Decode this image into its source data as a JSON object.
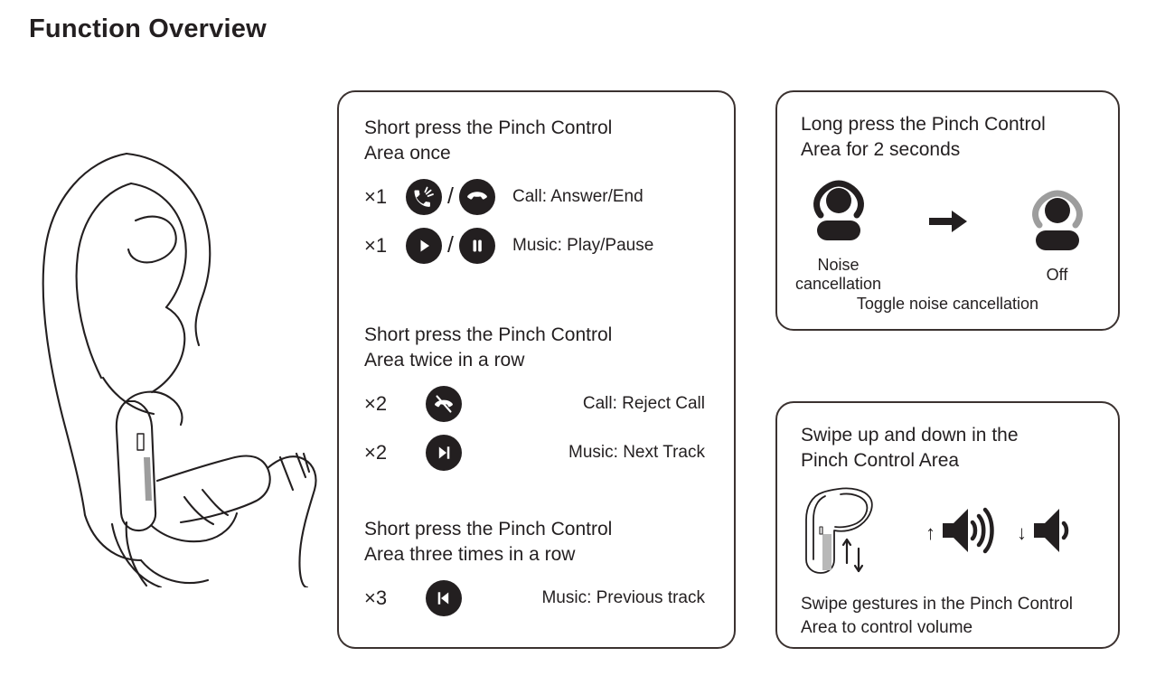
{
  "page_title": "Function Overview",
  "colors": {
    "ink": "#231f20",
    "panel_border": "#3b3230",
    "muted_gray": "#9d9d9d",
    "pinch_strip": "#b8b8b8",
    "background": "#ffffff"
  },
  "illustration": {
    "name": "hand-pinching-earbud-in-ear-line-art",
    "alt": "Line drawing of fingers pinching an earbud worn in an ear"
  },
  "press_panel": {
    "groups": [
      {
        "heading": "Short press the Pinch Control\nArea once",
        "rows": [
          {
            "multiplier": "×1",
            "icons": [
              "answer-call-icon",
              "end-call-icon"
            ],
            "separator": "/",
            "label": "Call: Answer/End",
            "label_align": "left"
          },
          {
            "multiplier": "×1",
            "icons": [
              "play-icon",
              "pause-icon"
            ],
            "separator": "/",
            "label": "Music: Play/Pause",
            "label_align": "left"
          }
        ]
      },
      {
        "heading": "Short press the Pinch Control\nArea twice in a row",
        "rows": [
          {
            "multiplier": "×2",
            "icons": [
              "reject-call-icon"
            ],
            "separator": "",
            "label": "Call: Reject Call",
            "label_align": "right"
          },
          {
            "multiplier": "×2",
            "icons": [
              "next-track-icon"
            ],
            "separator": "",
            "label": "Music: Next Track",
            "label_align": "right"
          }
        ]
      },
      {
        "heading": "Short press the Pinch Control\nArea three times in a row",
        "rows": [
          {
            "multiplier": "×3",
            "icons": [
              "previous-track-icon"
            ],
            "separator": "",
            "label": "Music: Previous track",
            "label_align": "right"
          }
        ]
      }
    ]
  },
  "anc_panel": {
    "heading": "Long press the Pinch Control\nArea for 2 seconds",
    "states": [
      {
        "icon": "person-headphones-on-icon",
        "caption": "Noise cancellation",
        "arc_color": "#231f20"
      },
      {
        "icon": "person-headphones-off-icon",
        "caption": "Off",
        "arc_color": "#9d9d9d"
      }
    ],
    "arrow_icon": "arrow-right-icon",
    "footer": "Toggle noise cancellation"
  },
  "swipe_panel": {
    "heading": "Swipe up and down in the\nPinch Control Area",
    "earbud_icon": "earbud-with-swipe-arrows-icon",
    "volume_controls": [
      {
        "arrow": "↑",
        "icon": "volume-up-icon",
        "waves": 3
      },
      {
        "arrow": "↓",
        "icon": "volume-down-icon",
        "waves": 1
      }
    ],
    "footer": "Swipe gestures in the Pinch Control\nArea to control volume"
  }
}
